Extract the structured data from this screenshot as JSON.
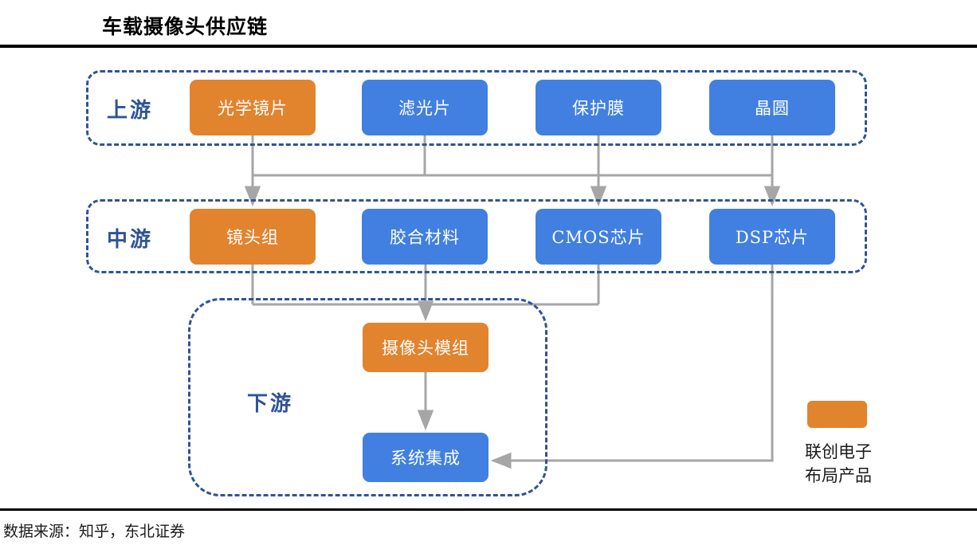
{
  "title": "车载摄像头供应链",
  "footer": "数据来源：知乎，东北证券",
  "tiers": [
    {
      "key": "upstream",
      "label": "上游"
    },
    {
      "key": "midstream",
      "label": "中游"
    },
    {
      "key": "downstream",
      "label": "下游"
    }
  ],
  "nodes": {
    "upstream": [
      {
        "id": "optical-lens",
        "label": "光学镜片",
        "color": "orange"
      },
      {
        "id": "filter",
        "label": "滤光片",
        "color": "blue"
      },
      {
        "id": "protect-film",
        "label": "保护膜",
        "color": "blue"
      },
      {
        "id": "wafer",
        "label": "晶圆",
        "color": "blue"
      }
    ],
    "midstream": [
      {
        "id": "lens-set",
        "label": "镜头组",
        "color": "orange"
      },
      {
        "id": "adhesive",
        "label": "胶合材料",
        "color": "blue"
      },
      {
        "id": "cmos",
        "label": "CMOS芯片",
        "color": "blue"
      },
      {
        "id": "dsp",
        "label": "DSP芯片",
        "color": "blue"
      }
    ],
    "downstream": [
      {
        "id": "camera-module",
        "label": "摄像头模组",
        "color": "orange"
      },
      {
        "id": "sys-integration",
        "label": "系统集成",
        "color": "blue"
      }
    ]
  },
  "legend": {
    "swatch_color": "#e2832e",
    "caption_line1": "联创电子",
    "caption_line2": "布局产品",
    "caption": "联创电子\n布局产品"
  },
  "colors": {
    "orange": "#e2832e",
    "blue": "#4180e0",
    "tier_border": "#2f5496",
    "connector": "#a6a6a6",
    "rule": "#000000"
  },
  "flows": [
    {
      "from": "optical-lens",
      "to": "lens-set"
    },
    {
      "from": "filter",
      "to": "lens-set"
    },
    {
      "from": "protect-film",
      "to": "lens-set"
    },
    {
      "from": "wafer",
      "to": "cmos"
    },
    {
      "from": "wafer",
      "to": "dsp"
    },
    {
      "from": "lens-set",
      "to": "camera-module"
    },
    {
      "from": "adhesive",
      "to": "camera-module"
    },
    {
      "from": "cmos",
      "to": "camera-module"
    },
    {
      "from": "camera-module",
      "to": "sys-integration"
    },
    {
      "from": "dsp",
      "to": "sys-integration"
    }
  ]
}
